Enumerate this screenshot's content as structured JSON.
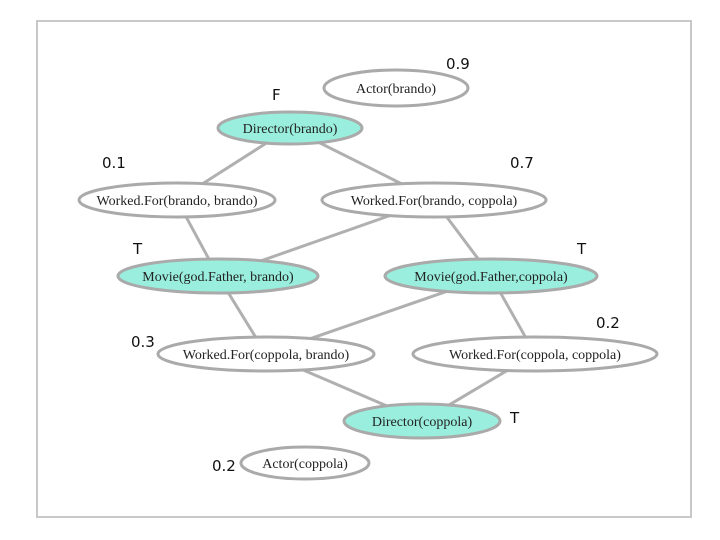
{
  "colors": {
    "teal": "#99eedd",
    "white": "#ffffff",
    "stroke": "#aaaaaa",
    "edge": "#b0b0b0"
  },
  "nodes": [
    {
      "id": "actor-brando",
      "label": "Actor(brando)",
      "fill": "white"
    },
    {
      "id": "director-brando",
      "label": "Director(brando)",
      "fill": "teal"
    },
    {
      "id": "workedfor-brando-brando",
      "label": "Worked.For(brando, brando)",
      "fill": "white"
    },
    {
      "id": "workedfor-brando-coppola",
      "label": "Worked.For(brando, coppola)",
      "fill": "white"
    },
    {
      "id": "movie-godfather-brando",
      "label": "Movie(god.Father, brando)",
      "fill": "teal"
    },
    {
      "id": "movie-godfather-coppola",
      "label": "Movie(god.Father,coppola)",
      "fill": "teal"
    },
    {
      "id": "workedfor-coppola-brando",
      "label": "Worked.For(coppola, brando)",
      "fill": "white"
    },
    {
      "id": "workedfor-coppola-coppola",
      "label": "Worked.For(coppola, coppola)",
      "fill": "white"
    },
    {
      "id": "director-coppola",
      "label": "Director(coppola)",
      "fill": "teal"
    },
    {
      "id": "actor-coppola",
      "label": "Actor(coppola)",
      "fill": "white"
    }
  ],
  "edges": [
    [
      "director-brando",
      "workedfor-brando-brando"
    ],
    [
      "director-brando",
      "workedfor-brando-coppola"
    ],
    [
      "workedfor-brando-brando",
      "movie-godfather-brando"
    ],
    [
      "workedfor-brando-coppola",
      "movie-godfather-brando"
    ],
    [
      "workedfor-brando-coppola",
      "movie-godfather-coppola"
    ],
    [
      "movie-godfather-brando",
      "workedfor-coppola-brando"
    ],
    [
      "movie-godfather-coppola",
      "workedfor-coppola-brando"
    ],
    [
      "movie-godfather-coppola",
      "workedfor-coppola-coppola"
    ],
    [
      "workedfor-coppola-brando",
      "director-coppola"
    ],
    [
      "workedfor-coppola-coppola",
      "director-coppola"
    ]
  ],
  "labels": {
    "actor_brando": "0.9",
    "director_brando": "F",
    "workedfor_brando_brando": "0.1",
    "workedfor_brando_coppola": "0.7",
    "movie_brando": "T",
    "movie_coppola": "T",
    "workedfor_coppola_brando": "0.3",
    "workedfor_coppola_coppola": "0.2",
    "director_coppola": "T",
    "actor_coppola": "0.2"
  }
}
